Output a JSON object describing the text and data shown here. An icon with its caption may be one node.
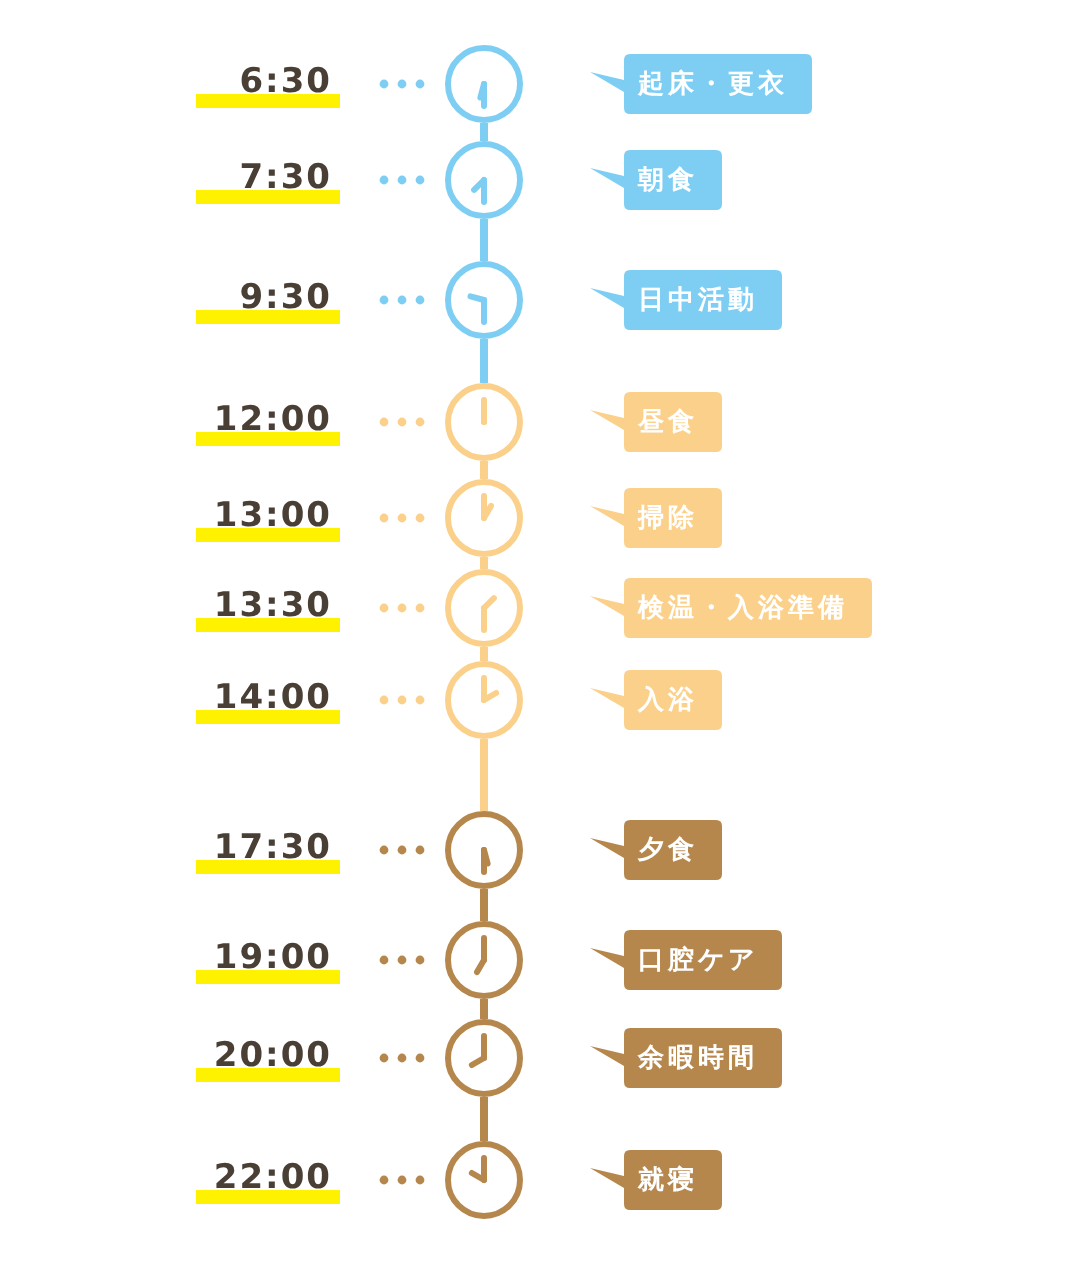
{
  "diagram": {
    "nodes": [
      {
        "text": [],
        "shape": "clock",
        "beside": [
          "6:30"
        ]
      },
      {
        "text": [
          "起床・更衣"
        ]
      },
      {
        "text": [],
        "shape": "clock",
        "beside": [
          "7:30"
        ]
      },
      {
        "text": [
          "朝食"
        ]
      },
      {
        "text": [],
        "shape": "clock",
        "beside": [
          "9:30"
        ]
      },
      {
        "text": [
          "日中活動"
        ]
      },
      {
        "text": [],
        "shape": "clock",
        "beside": [
          "12:00"
        ]
      },
      {
        "text": [
          "昼食"
        ]
      },
      {
        "text": [],
        "shape": "clock",
        "beside": [
          "13:00"
        ]
      },
      {
        "text": [
          "掃除"
        ]
      },
      {
        "text": [],
        "shape": "clock",
        "beside": [
          "13:30"
        ]
      },
      {
        "text": [
          "検温・入浴準備"
        ]
      },
      {
        "text": [],
        "shape": "clock",
        "beside": [
          "14:00"
        ]
      },
      {
        "text": [
          "入浴"
        ]
      },
      {
        "text": [],
        "shape": "clock",
        "beside": [
          "17:30"
        ]
      },
      {
        "text": [
          "夕食"
        ]
      },
      {
        "text": [],
        "shape": "clock",
        "beside": [
          "19:00"
        ]
      },
      {
        "text": [
          "口腔ケア"
        ]
      },
      {
        "text": [],
        "shape": "clock",
        "beside": [
          "20:00"
        ]
      },
      {
        "text": [
          "余暇時間"
        ]
      },
      {
        "text": [],
        "shape": "clock",
        "beside": [
          "22:00"
        ]
      },
      {
        "text": [
          "就寝"
        ]
      }
    ],
    "edges": [
      {
        "from": 0,
        "to": 2,
        "arrow": "none",
        "color": "#7ecef4"
      },
      {
        "from": 2,
        "to": 4,
        "arrow": "none",
        "color": "#7ecef4"
      },
      {
        "from": 4,
        "to": 6,
        "arrow": "none",
        "color": "#7ecef4"
      },
      {
        "from": 6,
        "to": 8,
        "arrow": "none",
        "color": "#fbd08a"
      },
      {
        "from": 8,
        "to": 10,
        "arrow": "none",
        "color": "#fbd08a"
      },
      {
        "from": 10,
        "to": 12,
        "arrow": "none",
        "color": "#fbd08a"
      },
      {
        "from": 12,
        "to": 14,
        "arrow": "none",
        "color": "#fbd08a"
      },
      {
        "from": 14,
        "to": 16,
        "arrow": "none",
        "color": "#b5874d"
      },
      {
        "from": 16,
        "to": 18,
        "arrow": "none",
        "color": "#b5874d"
      },
      {
        "from": 18,
        "to": 20,
        "arrow": "none",
        "color": "#b5874d"
      }
    ]
  }
}
